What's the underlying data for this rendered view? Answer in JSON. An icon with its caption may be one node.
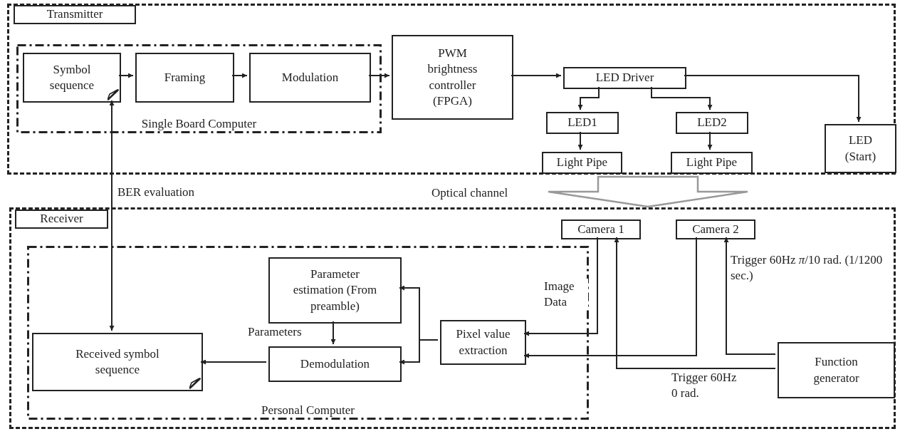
{
  "diagram": {
    "nodes": [
      {
        "text": [],
        "shape": "box"
      },
      {
        "text": [
          "Single Board Computer"
        ],
        "in": 0
      },
      {
        "text": [
          "Symbol sequence"
        ],
        "in": 1
      },
      {
        "text": [
          "Framing"
        ],
        "in": 1
      },
      {
        "text": [
          "Modulation"
        ],
        "in": 1
      },
      {
        "text": [
          "PWM brightness controller (FPGA)"
        ],
        "in": 0
      },
      {
        "text": [
          "LED Driver"
        ],
        "in": 0
      },
      {
        "text": [
          "LED1"
        ],
        "in": 0
      },
      {
        "text": [
          "Light Pipe"
        ],
        "in": 0
      },
      {
        "text": [
          "LED2"
        ],
        "in": 0
      },
      {
        "text": [
          "Light Pipe"
        ],
        "in": 0
      },
      {
        "text": [
          "LED (Start)"
        ],
        "in": 0
      },
      {
        "text": [],
        "shape": "box"
      },
      {
        "text": [
          "Personal Computer"
        ],
        "in": 12
      },
      {
        "text": [
          "Parameter estimation (From preamble)"
        ],
        "in": 13
      },
      {
        "text": [
          "Demodulation"
        ],
        "in": 13
      },
      {
        "text": [
          "Received symbol sequence"
        ],
        "in": 13
      },
      {
        "text": [
          "Pixel value extraction"
        ],
        "in": 13
      },
      {
        "text": [
          "Camera 1"
        ],
        "in": 12
      },
      {
        "text": [
          "Camera 2"
        ],
        "in": 12
      },
      {
        "text": [
          "Function generator"
        ],
        "in": 12
      },
      {
        "text": [
          "Transmitter"
        ],
        "in": 0
      },
      {
        "text": [
          "Receiver"
        ],
        "in": 12
      }
    ],
    "edges": [
      {
        "from": 2,
        "to": 3,
        "arrow": "to"
      },
      {
        "from": 3,
        "to": 4,
        "arrow": "to"
      },
      {
        "from": 4,
        "to": 5,
        "arrow": "to"
      },
      {
        "from": 5,
        "to": 6,
        "arrow": "to"
      },
      {
        "from": 6,
        "to": 7,
        "arrow": "to"
      },
      {
        "from": 6,
        "to": 9,
        "arrow": "to"
      },
      {
        "from": 6,
        "to": 11,
        "arrow": "to"
      },
      {
        "from": 7,
        "to": 8,
        "arrow": "to"
      },
      {
        "from": 9,
        "to": 10,
        "arrow": "to"
      },
      {
        "from": 16,
        "to": 2,
        "arrow": "both",
        "label": "BER evaluation"
      },
      {
        "from": 0,
        "to": 12,
        "arrow": "to",
        "style": "thick",
        "color": "#999999"
      },
      {
        "from": 18,
        "to": 17,
        "arrow": "to",
        "label": "Image Data"
      },
      {
        "from": 19,
        "to": 17,
        "arrow": "to"
      },
      {
        "from": 20,
        "to": 18,
        "arrow": "to",
        "label": "Trigger 60Hz 0 rad."
      },
      {
        "from": 20,
        "to": 19,
        "arrow": "to",
        "label": "Trigger 60Hz *π*/10 rad. (1/1200 sec.)"
      },
      {
        "from": 17,
        "to": 14,
        "arrow": "to"
      },
      {
        "from": 17,
        "to": 15,
        "arrow": "to"
      },
      {
        "from": 14,
        "to": 15,
        "arrow": "to",
        "label": "Parameters"
      },
      {
        "from": 15,
        "to": 16,
        "arrow": "to"
      }
    ],
    "labels": [
      "Optical channel"
    ]
  }
}
